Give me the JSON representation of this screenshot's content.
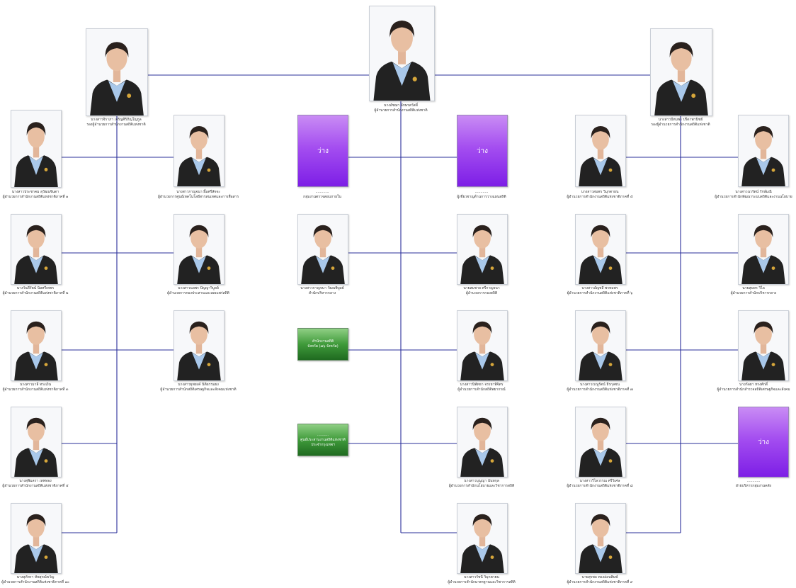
{
  "chart_title": "",
  "colors": {
    "line": "#2a2f9a",
    "vacant_top": "#c98cf4",
    "vacant_bottom": "#7d1ee6",
    "unit_top": "#8fcf84",
    "unit_bottom": "#1f6a20",
    "jacket": "#222222",
    "shirt": "#a9c8ea"
  },
  "director": {
    "name": "นางอัชฌา  อักษรสวัสดิ์",
    "role": "ผู้อำนวยการสำนักงานสถิติแห่งชาติ"
  },
  "deputy_left": {
    "name": "นางสาวจิราภา  เจริญศิริภิญโญกูล",
    "role": "รองผู้อำนวยการสำนักงานสถิติแห่งชาติ"
  },
  "deputy_right": {
    "name": "นางสาวปัทมพร  ปรีดาพานิชย์",
    "role": "รองผู้อำนวยการสำนักงานสถิติแห่งชาติ"
  },
  "vacant_label": "ว่าง",
  "vacant_dots": "............",
  "left_outer": [
    {
      "name": "นางสาวประชาคม  สุวัฒนจินดา",
      "role": "ผู้อำนวยการสำนักงานสถิติแห่งชาติภาคที่ ๑"
    },
    {
      "name": "นางวันดีรัตน์  นิลศรีเพชร",
      "role": "ผู้อำนวยการสำนักงานสถิติแห่งชาติภาคที่ ๒"
    },
    {
      "name": "นางสาวมาลี  ทรงเงิน",
      "role": "ผู้อำนวยการสำนักงานสถิติแห่งชาติภาคที่ ๓"
    },
    {
      "name": "นางสุพิมลรา  เทพทอง",
      "role": "ผู้อำนวยการสำนักงานสถิติแห่งชาติภาคที่ ๔"
    },
    {
      "name": "นางสุภัทรา  ทัพสุรณ์ขวัญ",
      "role": "ผู้อำนวยการสำนักงานสถิติแห่งชาติภาคที่ ๑๐"
    }
  ],
  "left_inner": [
    {
      "name": "นางสาวกาญจนา  ยิ้มศรีสัจจะ",
      "role": "ผู้อำนวยการศูนย์เทคโนโลยีสารสนเทศและการสื่อสาร"
    },
    {
      "name": "นางสาวนลพร  ปัญญาวิบูลย์",
      "role": "ผู้อำนวยการกองประสานและเผยแพร่สถิติ"
    },
    {
      "name": "นางสาวยุพยงค์  นิติธรรมยง",
      "role": "ผู้อำนวยการสำนักสถิติเศรษฐกิจและสังคมแห่งชาติ"
    }
  ],
  "center_left_vacants": [
    {
      "role": "กลุ่มงานตรวจสอบภายใน"
    }
  ],
  "center_right_vacants": [
    {
      "role": "ผู้เชี่ยวชาญด้านการวางแผนสถิติ"
    }
  ],
  "center_left_people": [
    {
      "name": "นางสาวกาญจนา  วัฒนพิบูลย์",
      "role": "สำนักบริหารกลาง"
    }
  ],
  "center_units": [
    {
      "l1": "สำนักงานสถิติ",
      "l2": "จังหวัด (๗๖ จังหวัด)"
    },
    {
      "l1": "..........",
      "l2": "ศูนย์ประสานงานสถิติแห่งชาติ",
      "l3": "ประจำกรุงเทพฯ"
    }
  ],
  "center_right": [
    {
      "name": "นายสมชาย  ศรีกาญจนา",
      "role": "ผู้อำนวยการกองสถิติ"
    },
    {
      "name": "นางสาวนิพัทธา  จรรยาพิจิตร",
      "role": "ผู้อำนวยการสำนักสถิติพยากรณ์"
    },
    {
      "name": "นางสาวบุญญา  นันทกุล",
      "role": "ผู้อำนวยการสำนักนโยบายและวิชาการสถิติ"
    },
    {
      "name": "นางสาวรัชนี  วิมุกตายน",
      "role": "ผู้อำนวยการสำนักมาตรฐานและวิชาการสถิติ"
    }
  ],
  "right_inner": [
    {
      "name": "นางสาวสมพร  วิมุกตายน",
      "role": "ผู้อำนวยการสำนักงานสถิติแห่งชาติภาคที่ ๕"
    },
    {
      "name": "นางสาวอัญชลี  พรหมพร",
      "role": "ผู้อำนวยการสำนักงานสถิติแห่งชาติภาคที่ ๖"
    },
    {
      "name": "นางสาวเรณูรัตน์  ธีรกุลชน",
      "role": "ผู้อำนวยการสำนักงานสถิติแห่งชาติภาคที่ ๗"
    },
    {
      "name": "นางสาววิไลวรรณ  ศรีวิเศษ",
      "role": "ผู้อำนวยการสำนักงานสถิติแห่งชาติภาคที่ ๘"
    },
    {
      "name": "นายสุรพล  ทองอ่อนพิมพ์",
      "role": "ผู้อำนวยการสำนักงานสถิติแห่งชาติภาคที่ ๙"
    }
  ],
  "right_outer": [
    {
      "name": "นางสาวนวรัตน์  รักษ์มณี",
      "role": "ผู้อำนวยการสำนักพัฒนาระบบสถิติและงานนโยบาย"
    },
    {
      "name": "นายสุนทร  วิไล",
      "role": "ผู้อำนวยการสำนักบริหารกลาง"
    },
    {
      "name": "นางกัลยา  ทรงศักดิ์",
      "role": "ผู้อำนวยการสำนักสำรวจสถิติเศรษฐกิจและสังคม"
    }
  ],
  "right_outer_vacant": {
    "role": "ฝ่ายบริหารกลุ่มงานคลัง"
  }
}
